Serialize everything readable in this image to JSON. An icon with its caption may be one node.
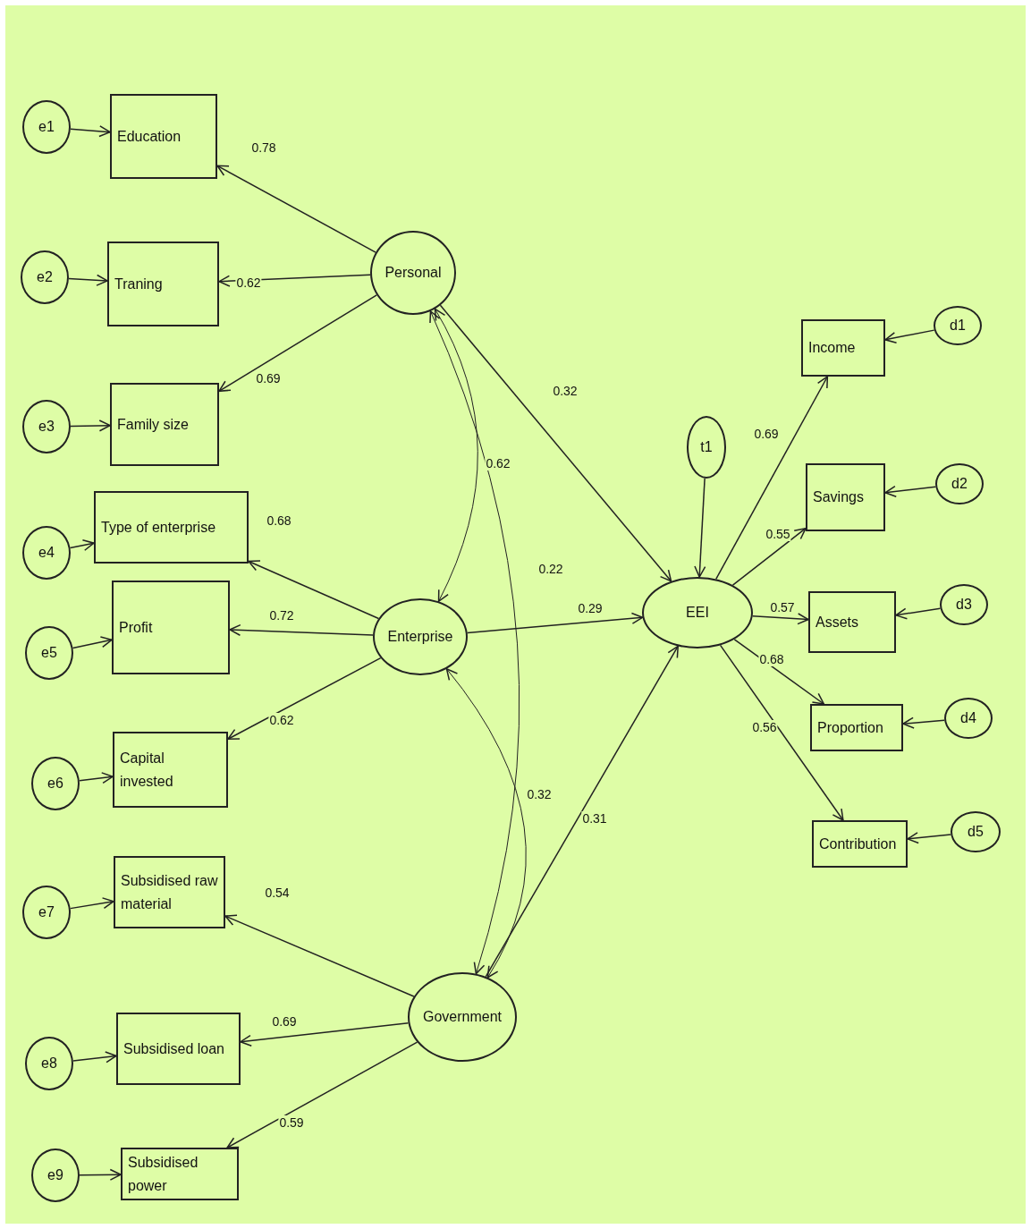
{
  "diagram": {
    "nodes": [
      {
        "text": [
          "e1"
        ]
      },
      {
        "text": [
          "Education"
        ]
      },
      {
        "text": [
          "e2"
        ]
      },
      {
        "text": [
          "Traning"
        ]
      },
      {
        "text": [
          "e3"
        ]
      },
      {
        "text": [
          "Family size"
        ]
      },
      {
        "text": [
          "e4"
        ]
      },
      {
        "text": [
          "Type of enterprise"
        ]
      },
      {
        "text": [
          "e5"
        ]
      },
      {
        "text": [
          "Profit"
        ]
      },
      {
        "text": [
          "e6"
        ]
      },
      {
        "text": [
          "Capital invested"
        ]
      },
      {
        "text": [
          "e7"
        ]
      },
      {
        "text": [
          "Subsidised raw material"
        ]
      },
      {
        "text": [
          "e8"
        ]
      },
      {
        "text": [
          "Subsidised loan"
        ]
      },
      {
        "text": [
          "e9"
        ]
      },
      {
        "text": [
          "Subsidised power"
        ]
      },
      {
        "text": [
          "Personal"
        ]
      },
      {
        "text": [
          "Enterprise"
        ]
      },
      {
        "text": [
          "Government"
        ]
      },
      {
        "text": [
          "EEI"
        ]
      },
      {
        "text": [
          "t1"
        ]
      },
      {
        "text": [
          "Income"
        ]
      },
      {
        "text": [
          "d1"
        ]
      },
      {
        "text": [
          "Savings"
        ]
      },
      {
        "text": [
          "d2"
        ]
      },
      {
        "text": [
          "Assets"
        ]
      },
      {
        "text": [
          "d3"
        ]
      },
      {
        "text": [
          "Proportion"
        ]
      },
      {
        "text": [
          "d4"
        ]
      },
      {
        "text": [
          "Contribution"
        ]
      },
      {
        "text": [
          "d5"
        ]
      }
    ],
    "edges": [
      {
        "from": 0,
        "to": 1,
        "arrow": "to"
      },
      {
        "from": 2,
        "to": 3,
        "arrow": "to"
      },
      {
        "from": 4,
        "to": 5,
        "arrow": "to"
      },
      {
        "from": 6,
        "to": 7,
        "arrow": "to"
      },
      {
        "from": 8,
        "to": 9,
        "arrow": "to"
      },
      {
        "from": 10,
        "to": 11,
        "arrow": "to"
      },
      {
        "from": 12,
        "to": 13,
        "arrow": "to"
      },
      {
        "from": 14,
        "to": 15,
        "arrow": "to"
      },
      {
        "from": 16,
        "to": 17,
        "arrow": "to"
      },
      {
        "from": 18,
        "to": 1,
        "arrow": "to",
        "label": "0.78"
      },
      {
        "from": 18,
        "to": 3,
        "arrow": "to",
        "label": "0.62"
      },
      {
        "from": 18,
        "to": 5,
        "arrow": "to",
        "label": "0.69"
      },
      {
        "from": 19,
        "to": 7,
        "arrow": "to",
        "label": "0.68"
      },
      {
        "from": 19,
        "to": 9,
        "arrow": "to",
        "label": "0.72"
      },
      {
        "from": 19,
        "to": 11,
        "arrow": "to",
        "label": "0.62"
      },
      {
        "from": 20,
        "to": 13,
        "arrow": "to",
        "label": "0.54"
      },
      {
        "from": 20,
        "to": 15,
        "arrow": "to",
        "label": "0.69"
      },
      {
        "from": 20,
        "to": 17,
        "arrow": "to",
        "label": "0.59"
      },
      {
        "from": 18,
        "to": 19,
        "arrow": "both",
        "label": "0.62"
      },
      {
        "from": 18,
        "to": 20,
        "arrow": "both",
        "label": "0.22"
      },
      {
        "from": 19,
        "to": 20,
        "arrow": "both",
        "label": "0.32"
      },
      {
        "from": 18,
        "to": 21,
        "arrow": "to",
        "label": "0.32"
      },
      {
        "from": 19,
        "to": 21,
        "arrow": "to",
        "label": "0.29"
      },
      {
        "from": 20,
        "to": 21,
        "arrow": "to",
        "label": "0.31"
      },
      {
        "from": 22,
        "to": 21,
        "arrow": "to"
      },
      {
        "from": 21,
        "to": 23,
        "arrow": "to",
        "label": "0.69"
      },
      {
        "from": 21,
        "to": 25,
        "arrow": "to",
        "label": "0.55"
      },
      {
        "from": 21,
        "to": 27,
        "arrow": "to",
        "label": "0.57"
      },
      {
        "from": 21,
        "to": 29,
        "arrow": "to",
        "label": "0.68"
      },
      {
        "from": 21,
        "to": 31,
        "arrow": "to",
        "label": "0.56"
      },
      {
        "from": 24,
        "to": 23,
        "arrow": "to"
      },
      {
        "from": 26,
        "to": 25,
        "arrow": "to"
      },
      {
        "from": 28,
        "to": 27,
        "arrow": "to"
      },
      {
        "from": 30,
        "to": 29,
        "arrow": "to"
      },
      {
        "from": 32,
        "to": 31,
        "arrow": "to"
      }
    ]
  }
}
